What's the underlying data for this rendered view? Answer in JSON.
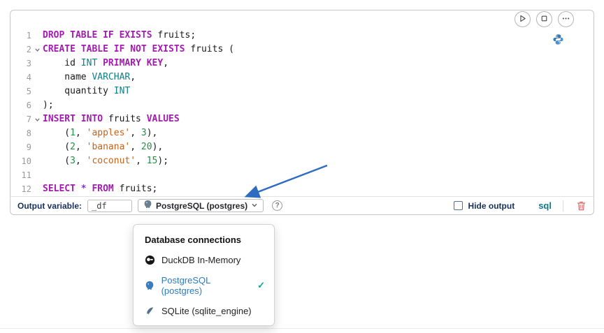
{
  "palette": {
    "kw": "#a21caf",
    "type": "#0e8088",
    "string": "#c4621a",
    "number": "#209044",
    "operator": "#8a2be2",
    "navy": "#16325c",
    "accent": "#2b7cbf",
    "check": "#12a19a",
    "teal": "#0c7a8d",
    "arrow": "#2f6bbf",
    "trash": "#e46a6a"
  },
  "icons": {
    "run-icon": "play-triangle",
    "interrupt-icon": "square",
    "ellipsis-icon": "three-dots",
    "python-icon": "python-logo",
    "help-icon": "?",
    "chevron-down-icon": "v",
    "checkmark-icon": "✓",
    "trash-icon": "trash-can",
    "postgresql-icon": "elephant",
    "duckdb-icon": "duck",
    "sqlite-icon": "feather"
  },
  "cell": {
    "code": {
      "lines": [
        {
          "n": "1",
          "fold": false,
          "tokens": [
            [
              "kw",
              "DROP TABLE IF EXISTS"
            ],
            [
              "pl",
              " fruits;"
            ]
          ]
        },
        {
          "n": "2",
          "fold": true,
          "tokens": [
            [
              "kw",
              "CREATE TABLE IF NOT EXISTS"
            ],
            [
              "pl",
              " fruits ("
            ]
          ]
        },
        {
          "n": "3",
          "fold": false,
          "tokens": [
            [
              "pl",
              "    id "
            ],
            [
              "ty",
              "INT"
            ],
            [
              "pl",
              " "
            ],
            [
              "kw",
              "PRIMARY KEY"
            ],
            [
              "pl",
              ","
            ]
          ]
        },
        {
          "n": "4",
          "fold": false,
          "tokens": [
            [
              "pl",
              "    name "
            ],
            [
              "ty",
              "VARCHAR"
            ],
            [
              "pl",
              ","
            ]
          ]
        },
        {
          "n": "5",
          "fold": false,
          "tokens": [
            [
              "pl",
              "    quantity "
            ],
            [
              "ty",
              "INT"
            ]
          ]
        },
        {
          "n": "6",
          "fold": false,
          "tokens": [
            [
              "pl",
              ");"
            ]
          ]
        },
        {
          "n": "7",
          "fold": true,
          "tokens": [
            [
              "kw",
              "INSERT INTO"
            ],
            [
              "pl",
              " fruits "
            ],
            [
              "kw",
              "VALUES"
            ]
          ]
        },
        {
          "n": "8",
          "fold": false,
          "tokens": [
            [
              "pl",
              "    ("
            ],
            [
              "nu",
              "1"
            ],
            [
              "pl",
              ", "
            ],
            [
              "st",
              "'apples'"
            ],
            [
              "pl",
              ", "
            ],
            [
              "nu",
              "3"
            ],
            [
              "pl",
              "),"
            ]
          ]
        },
        {
          "n": "9",
          "fold": false,
          "tokens": [
            [
              "pl",
              "    ("
            ],
            [
              "nu",
              "2"
            ],
            [
              "pl",
              ", "
            ],
            [
              "st",
              "'banana'"
            ],
            [
              "pl",
              ", "
            ],
            [
              "nu",
              "20"
            ],
            [
              "pl",
              "),"
            ]
          ]
        },
        {
          "n": "10",
          "fold": false,
          "tokens": [
            [
              "pl",
              "    ("
            ],
            [
              "nu",
              "3"
            ],
            [
              "pl",
              ", "
            ],
            [
              "st",
              "'coconut'"
            ],
            [
              "pl",
              ", "
            ],
            [
              "nu",
              "15"
            ],
            [
              "pl",
              ");"
            ]
          ]
        },
        {
          "n": "11",
          "fold": false,
          "tokens": [
            [
              "pl",
              ""
            ]
          ]
        },
        {
          "n": "12",
          "fold": false,
          "tokens": [
            [
              "kw",
              "SELECT"
            ],
            [
              "pl",
              " "
            ],
            [
              "op",
              "*"
            ],
            [
              "pl",
              " "
            ],
            [
              "kw",
              "FROM"
            ],
            [
              "pl",
              " fruits;"
            ]
          ]
        }
      ]
    },
    "toolbar": {
      "output_variable_label": "Output variable:",
      "output_variable_value": "_df",
      "connection_label": "PostgreSQL (postgres)",
      "help_glyph": "?",
      "hide_output_label": "Hide output",
      "language_badge": "sql"
    }
  },
  "menu": {
    "title": "Database connections",
    "items": [
      {
        "label": "DuckDB In-Memory",
        "icon": "duckdb-icon",
        "selected": false
      },
      {
        "label": "PostgreSQL (postgres)",
        "icon": "postgresql-icon",
        "selected": true
      },
      {
        "label": "SQLite (sqlite_engine)",
        "icon": "sqlite-icon",
        "selected": false
      }
    ]
  }
}
